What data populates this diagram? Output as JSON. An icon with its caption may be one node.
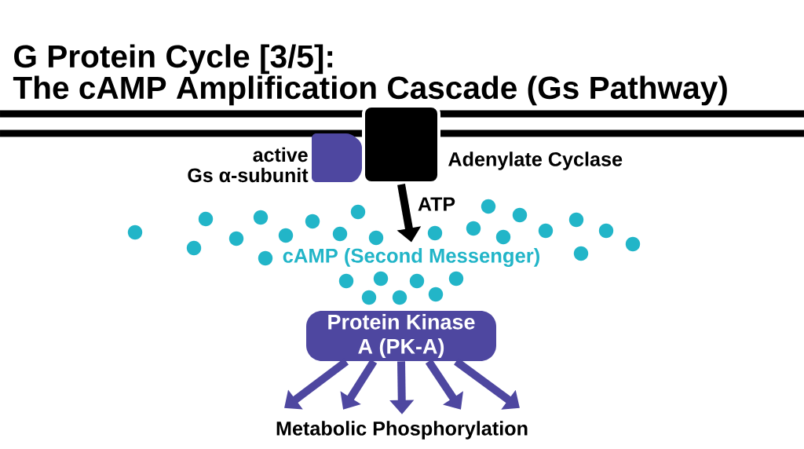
{
  "diagram": {
    "title": "G Protein Cycle [3/5]: The cAMP Amplification Cascade (Gs Pathway)",
    "nodes": [
      {
        "text": [],
        "shape": "box",
        "beside": [
          "active Gs α-subunit"
        ]
      },
      {
        "text": [],
        "shape": "box",
        "beside": [
          "Adenylate Cyclase"
        ]
      },
      {
        "text": [
          "cAMP (Second Messenger)"
        ]
      },
      {
        "text": [
          "Protein Kinase A (PK-A)"
        ]
      },
      {
        "text": [
          "Metabolic Phosphorylation"
        ]
      }
    ],
    "edges": [
      {
        "from": 1,
        "to": 2,
        "arrow": "to",
        "label": "ATP",
        "color": "#000000"
      },
      {
        "from": 3,
        "to": 4,
        "arrow": "to"
      },
      {
        "from": 3,
        "to": 4,
        "arrow": "to"
      },
      {
        "from": 3,
        "to": 4,
        "arrow": "to"
      },
      {
        "from": 3,
        "to": 4,
        "arrow": "to"
      },
      {
        "from": 3,
        "to": 4,
        "arrow": "to"
      }
    ]
  }
}
